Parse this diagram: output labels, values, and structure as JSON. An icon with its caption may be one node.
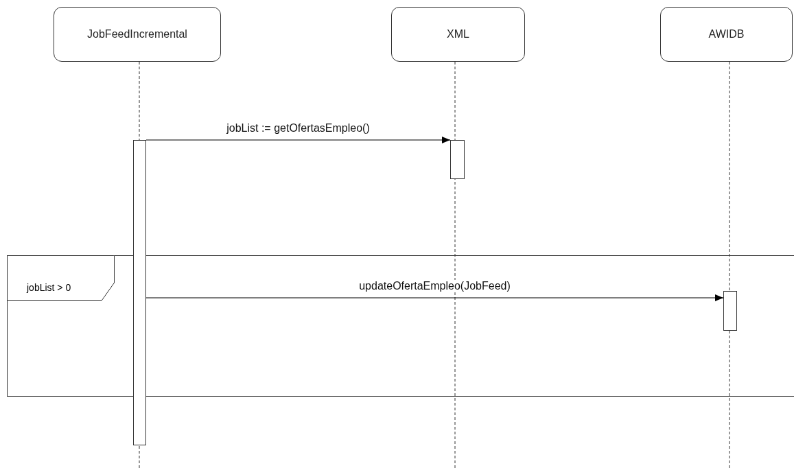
{
  "diagram": {
    "nodes": [
      {
        "text": [
          "JobFeedIncremental"
        ]
      },
      {
        "text": [
          "XML"
        ]
      },
      {
        "text": [
          "AWIDB"
        ]
      },
      {
        "text": [],
        "shape": "bar"
      },
      {
        "text": [],
        "shape": "bar"
      },
      {
        "text": [
          "jobList > 0"
        ]
      },
      {
        "text": [],
        "shape": "bar",
        "in": 5
      }
    ],
    "edges": [
      {
        "from": 3,
        "to": 4,
        "arrow": "to",
        "label": "jobList := getOfertasEmpleo()"
      },
      {
        "from": 3,
        "to": 6,
        "arrow": "to",
        "label": "updateOfertaEmpleo(JobFeed)"
      }
    ]
  }
}
